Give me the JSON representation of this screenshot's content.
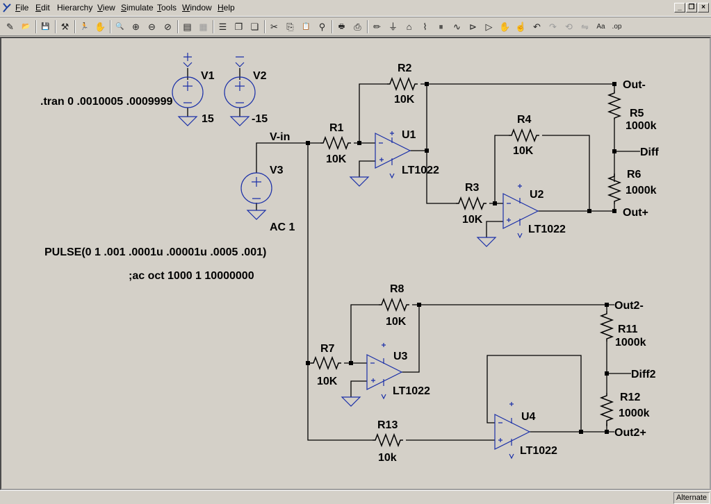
{
  "menu": [
    "File",
    "Edit",
    "Hierarchy",
    "View",
    "Simulate",
    "Tools",
    "Window",
    "Help"
  ],
  "menu_underline": [
    "F",
    "E",
    "",
    "V",
    "S",
    "T",
    "W",
    "H"
  ],
  "toolbar": [
    {
      "name": "new-schematic-icon",
      "glyph": "✎"
    },
    {
      "name": "open-folder-icon",
      "glyph": "📂"
    },
    {
      "sep": true
    },
    {
      "name": "save-icon",
      "glyph": "💾"
    },
    {
      "sep": true
    },
    {
      "name": "control-panel-hammer-icon",
      "glyph": "⚒"
    },
    {
      "sep": true
    },
    {
      "name": "run-icon",
      "glyph": "🏃"
    },
    {
      "name": "halt-hand-icon",
      "glyph": "✋",
      "dis": true
    },
    {
      "sep": true
    },
    {
      "name": "zoom-in-icon",
      "glyph": "🔍"
    },
    {
      "name": "zoom-pan-icon",
      "glyph": "⊕"
    },
    {
      "name": "zoom-out-icon",
      "glyph": "⊖"
    },
    {
      "name": "zoom-cancel-icon",
      "glyph": "⊘"
    },
    {
      "sep": true
    },
    {
      "name": "autorange-icon",
      "glyph": "▤"
    },
    {
      "name": "grid-icon",
      "glyph": "▦",
      "dis": true
    },
    {
      "sep": true
    },
    {
      "name": "tile-horizontal-icon",
      "glyph": "☰"
    },
    {
      "name": "cascade-icon",
      "glyph": "❐"
    },
    {
      "name": "tile-vertical-icon",
      "glyph": "❏"
    },
    {
      "sep": true
    },
    {
      "name": "cut-icon",
      "glyph": "✂"
    },
    {
      "name": "copy-icon",
      "glyph": "⎘"
    },
    {
      "name": "paste-icon",
      "glyph": "📋"
    },
    {
      "name": "find-binoculars-icon",
      "glyph": "⚲"
    },
    {
      "sep": true
    },
    {
      "name": "print-preview-icon",
      "glyph": "🖶"
    },
    {
      "name": "print-icon",
      "glyph": "⎙"
    },
    {
      "sep": true
    },
    {
      "name": "draw-wire-icon",
      "glyph": "✏"
    },
    {
      "name": "ground-icon",
      "glyph": "⏚"
    },
    {
      "name": "label-net-icon",
      "glyph": "⌂"
    },
    {
      "name": "resistor-icon",
      "glyph": "⌇"
    },
    {
      "name": "capacitor-icon",
      "glyph": "⏸"
    },
    {
      "name": "inductor-icon",
      "glyph": "∿"
    },
    {
      "name": "diode-icon",
      "glyph": "⊳"
    },
    {
      "name": "component-icon",
      "glyph": "▷"
    },
    {
      "name": "move-hand-icon",
      "glyph": "✋"
    },
    {
      "name": "drag-hand-icon",
      "glyph": "☝"
    },
    {
      "name": "undo-icon",
      "glyph": "↶"
    },
    {
      "name": "redo-icon",
      "glyph": "↷",
      "dis": true
    },
    {
      "name": "rotate-icon",
      "glyph": "⟲",
      "dis": true
    },
    {
      "name": "mirror-icon",
      "glyph": "⇋",
      "dis": true
    },
    {
      "name": "text-icon",
      "glyph": "Aa"
    },
    {
      "name": "spice-directive-icon",
      "glyph": ".op"
    }
  ],
  "window_controls": [
    "_",
    "❐",
    "×"
  ],
  "schematic": {
    "directives": [
      ".tran 0 .0010005 .0009999",
      "PULSE(0 1 .001 .0001u .00001u .0005 .001)",
      ";ac oct 1000 1 10000000"
    ],
    "sources": [
      {
        "ref": "V1",
        "value": "15"
      },
      {
        "ref": "V2",
        "value": "-15"
      },
      {
        "ref": "V3",
        "value": "AC 1"
      }
    ],
    "resistors": [
      {
        "ref": "R1",
        "value": "10K"
      },
      {
        "ref": "R2",
        "value": "10K"
      },
      {
        "ref": "R3",
        "value": "10K"
      },
      {
        "ref": "R4",
        "value": "10K"
      },
      {
        "ref": "R5",
        "value": "1000k"
      },
      {
        "ref": "R6",
        "value": "1000k"
      },
      {
        "ref": "R7",
        "value": "10K"
      },
      {
        "ref": "R8",
        "value": "10K"
      },
      {
        "ref": "R11",
        "value": "1000k"
      },
      {
        "ref": "R12",
        "value": "1000k"
      },
      {
        "ref": "R13",
        "value": "10k"
      }
    ],
    "opamps": [
      {
        "ref": "U1",
        "model": "LT1022"
      },
      {
        "ref": "U2",
        "model": "LT1022"
      },
      {
        "ref": "U3",
        "model": "LT1022"
      },
      {
        "ref": "U4",
        "model": "LT1022"
      }
    ],
    "nets": [
      "V-in",
      "Out-",
      "Diff",
      "Out+",
      "Out2-",
      "Diff2",
      "Out2+"
    ]
  },
  "status": {
    "mode": "Alternate"
  }
}
